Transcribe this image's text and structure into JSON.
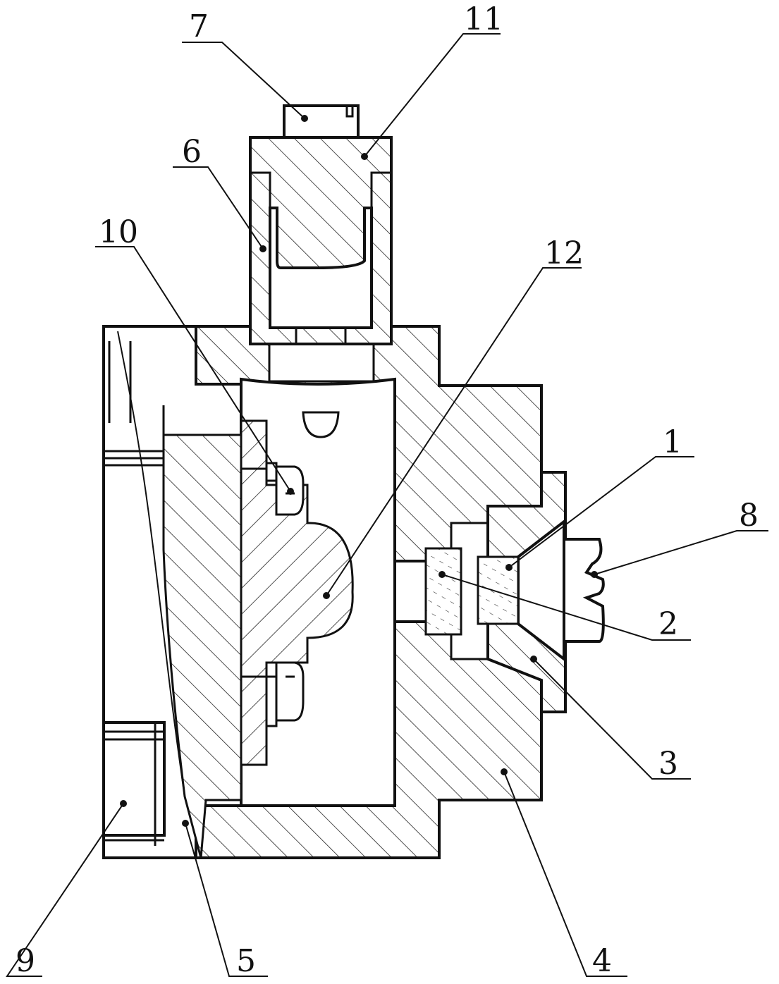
{
  "figure": {
    "part_labels": [
      {
        "id": "1",
        "text": "1"
      },
      {
        "id": "2",
        "text": "2"
      },
      {
        "id": "3",
        "text": "3"
      },
      {
        "id": "4",
        "text": "4"
      },
      {
        "id": "5",
        "text": "5"
      },
      {
        "id": "6",
        "text": "6"
      },
      {
        "id": "7",
        "text": "7"
      },
      {
        "id": "8",
        "text": "8"
      },
      {
        "id": "9",
        "text": "9"
      },
      {
        "id": "10",
        "text": "10"
      },
      {
        "id": "11",
        "text": "11"
      },
      {
        "id": "12",
        "text": "12"
      }
    ]
  }
}
